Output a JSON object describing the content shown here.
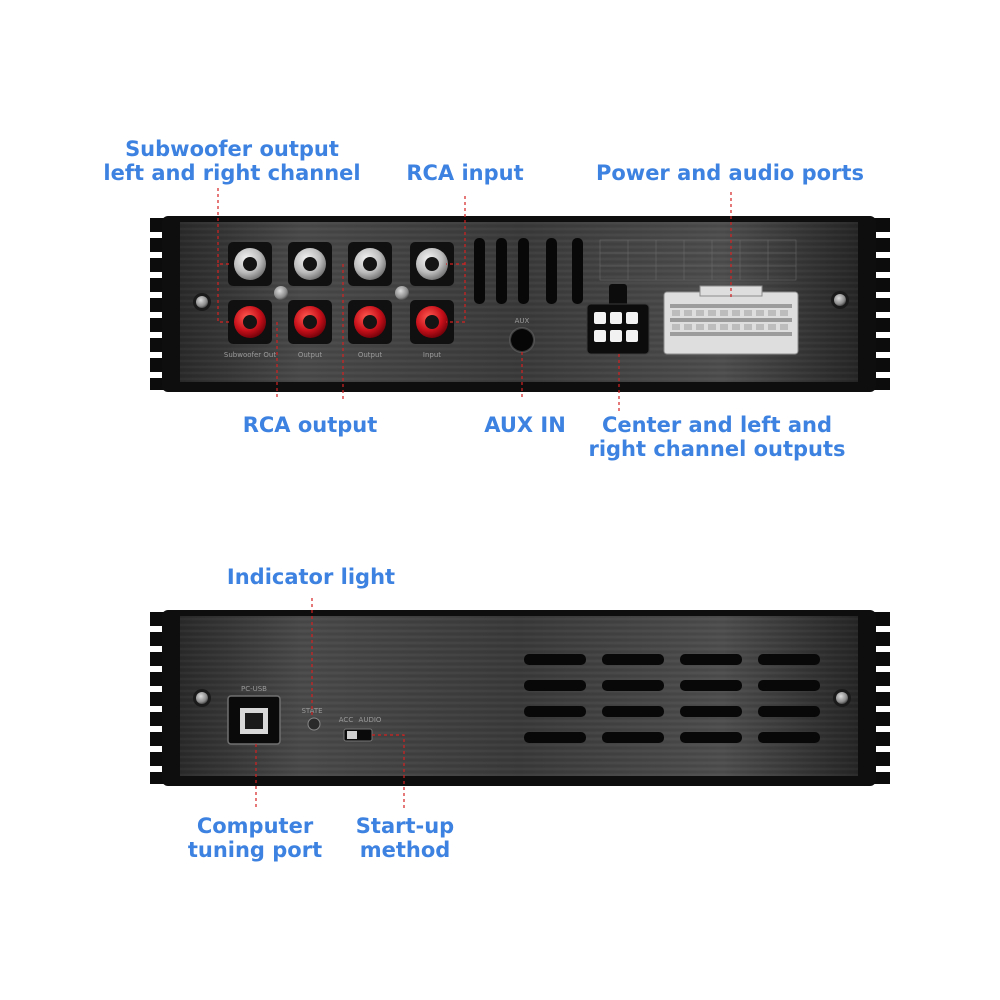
{
  "colors": {
    "label": "#3d82e0",
    "leader": "#d42020",
    "panel_light": "#4b4b4b",
    "panel_dark": "#141414",
    "frame": "#0c0c0c",
    "rca_red": "#c8101a",
    "rca_silver": "#d0d0d0"
  },
  "labels": {
    "subwoofer_output": [
      "Subwoofer output",
      "left and right channel"
    ],
    "rca_input": "RCA input",
    "power_audio_ports": "Power and audio ports",
    "rca_output": "RCA output",
    "aux_in": "AUX IN",
    "center_lr_outputs": [
      "Center and left and",
      "right channel outputs"
    ],
    "indicator_light": "Indicator light",
    "computer_tuning_port": [
      "Computer",
      "tuning port"
    ],
    "startup_method": [
      "Start-up",
      "method"
    ]
  },
  "panel_print": {
    "subwoofer_out": "Subwoofer Out",
    "output_l": "Output",
    "output_r": "Output",
    "input": "Input",
    "aux": "AUX",
    "pc_usb": "PC-USB",
    "state": "STATE",
    "acc": "ACC",
    "audio": "AUDIO"
  }
}
